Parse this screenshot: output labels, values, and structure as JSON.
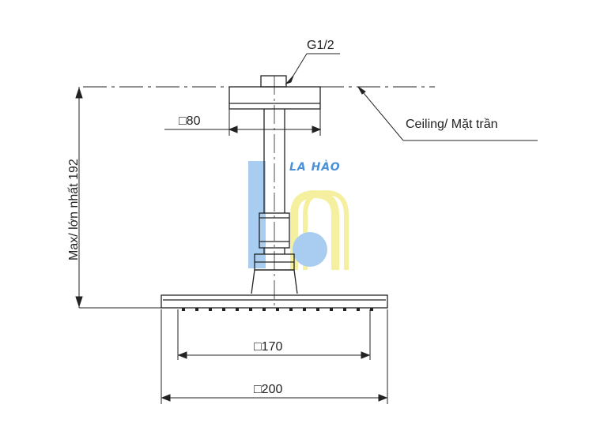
{
  "labels": {
    "thread": "G1/2",
    "ceiling": "Ceiling/ Mặt trần",
    "flange": "□80",
    "height": "Max/ lớn nhất 192",
    "inner_width": "□170",
    "outer_width": "□200"
  },
  "logo": {
    "text": "LA HÀO",
    "colors": {
      "blue": "#a8cdf0",
      "yellow": "#f5f0a0",
      "text": "#4a90d9"
    }
  },
  "colors": {
    "line": "#222222"
  }
}
